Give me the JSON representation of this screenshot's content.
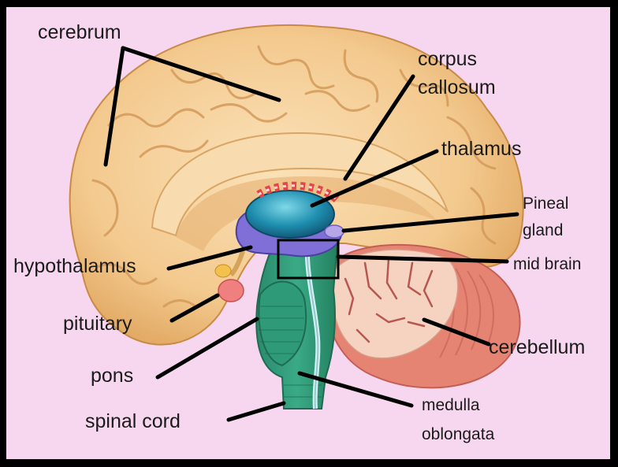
{
  "labels": {
    "cerebrum": "cerebrum",
    "corpus_line1": "corpus",
    "corpus_line2": "callosum",
    "thalamus": "thalamus",
    "pineal_line1": "Pineal",
    "pineal_line2": "gland",
    "mid_brain": "mid brain",
    "hypothalamus": "hypothalamus",
    "pituitary": "pituitary",
    "pons": "pons",
    "cerebellum": "cerebellum",
    "spinal_cord": "spinal cord",
    "medulla_line1": "medulla",
    "medulla_line2": "oblongata"
  },
  "colors": {
    "background": "#f7d7ef",
    "border": "#000000",
    "cerebrum": "#f3c98e",
    "cerebellum_outer": "#e58473",
    "cerebellum_inner": "#f6d3c0",
    "brainstem": "#2e9a78",
    "thalamus": "#1f8fb0",
    "hypothalamus": "#7f6fd6",
    "pituitary": "#f08080",
    "leader_lines": "#000000"
  }
}
